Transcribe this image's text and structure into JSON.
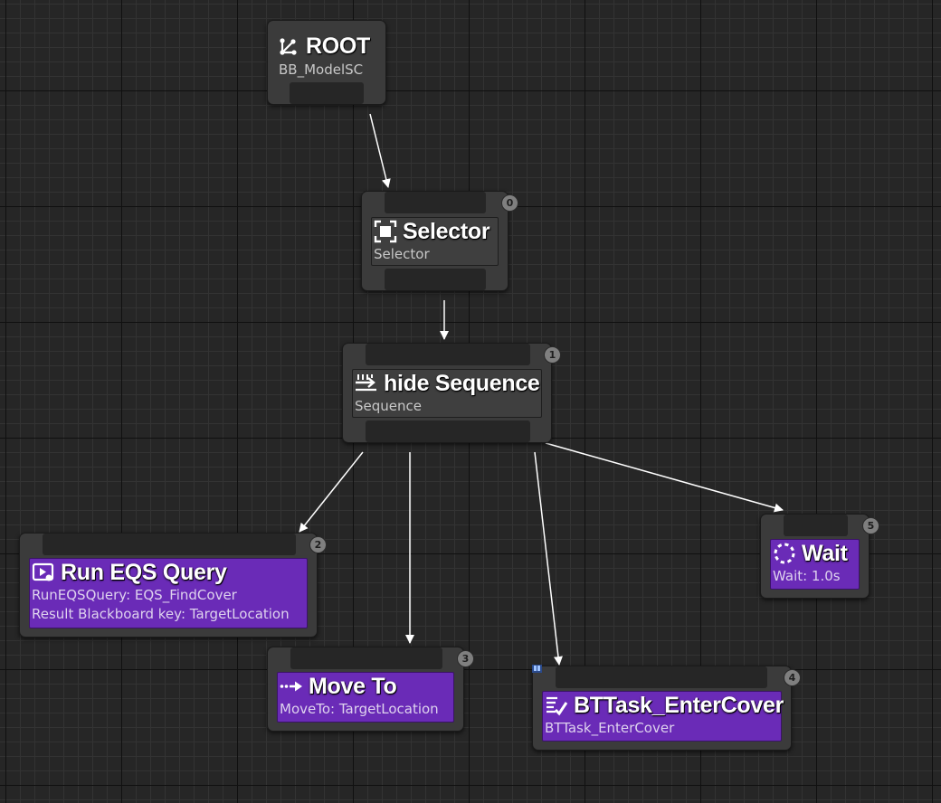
{
  "graph": {
    "root": {
      "title": "ROOT",
      "subtitle": "BB_ModelSC",
      "icon": "root-icon"
    },
    "selector": {
      "title": "Selector",
      "subtitle": "Selector",
      "index": "0",
      "icon": "selector-icon"
    },
    "sequence": {
      "title": "hide Sequence",
      "subtitle": "Sequence",
      "index": "1",
      "icon": "sequence-icon"
    },
    "eqs": {
      "title": "Run EQS Query",
      "lines": [
        "RunEQSQuery: EQS_FindCover",
        "Result Blackboard key: TargetLocation"
      ],
      "index": "2",
      "icon": "eqs-query-icon"
    },
    "moveto": {
      "title": "Move To",
      "subtitle": "MoveTo: TargetLocation",
      "index": "3",
      "icon": "move-to-icon"
    },
    "entercover": {
      "title": "BTTask_EnterCover",
      "subtitle": "BTTask_EnterCover",
      "index": "4",
      "icon": "custom-task-icon"
    },
    "wait": {
      "title": "Wait",
      "subtitle": "Wait: 1.0s",
      "index": "5",
      "icon": "wait-icon"
    }
  },
  "colors": {
    "background": "#262626",
    "node_frame": "#3b3b3b",
    "task_body": "#6a2bb7",
    "wire": "#ffffff",
    "badge": "#7f7f7f"
  }
}
